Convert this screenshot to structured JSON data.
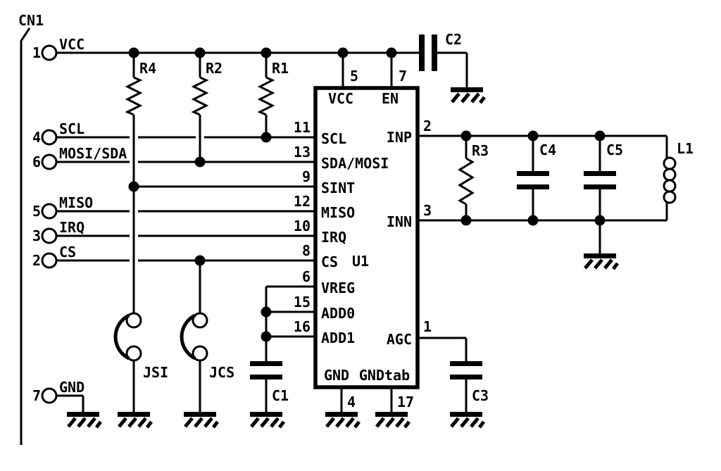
{
  "title": "Circuit schematic",
  "colors": {
    "ink": "#000000",
    "paper": "#ffffff"
  },
  "connector": {
    "ref": "CN1",
    "pins": [
      {
        "number": "1",
        "label": "VCC"
      },
      {
        "number": "4",
        "label": "SCL"
      },
      {
        "number": "6",
        "label": "MOSI/SDA"
      },
      {
        "number": "5",
        "label": "MISO"
      },
      {
        "number": "3",
        "label": "IRQ"
      },
      {
        "number": "2",
        "label": "CS"
      },
      {
        "number": "7",
        "label": "GND"
      }
    ]
  },
  "ic": {
    "ref": "U1",
    "top_pins": [
      {
        "number": "5",
        "label": "VCC"
      },
      {
        "number": "7",
        "label": "EN"
      }
    ],
    "left_pins": [
      {
        "number": "11",
        "label": "SCL"
      },
      {
        "number": "13",
        "label": "SDA/MOSI"
      },
      {
        "number": "9",
        "label": "SINT"
      },
      {
        "number": "12",
        "label": "MISO"
      },
      {
        "number": "10",
        "label": "IRQ"
      },
      {
        "number": "8",
        "label": "CS"
      },
      {
        "number": "6",
        "label": "VREG"
      },
      {
        "number": "15",
        "label": "ADD0"
      },
      {
        "number": "16",
        "label": "ADD1"
      }
    ],
    "right_pins": [
      {
        "number": "2",
        "label": "INP"
      },
      {
        "number": "3",
        "label": "INN"
      },
      {
        "number": "1",
        "label": "AGC"
      }
    ],
    "bottom_pins": [
      {
        "number": "4",
        "label": "GND"
      },
      {
        "number": "17",
        "label": "GNDtab"
      }
    ]
  },
  "components": {
    "r1": "R1",
    "r2": "R2",
    "r3": "R3",
    "r4": "R4",
    "c1": "C1",
    "c2": "C2",
    "c3": "C3",
    "c4": "C4",
    "c5": "C5",
    "l1": "L1",
    "jsi": "JSI",
    "jcs": "JCS"
  }
}
